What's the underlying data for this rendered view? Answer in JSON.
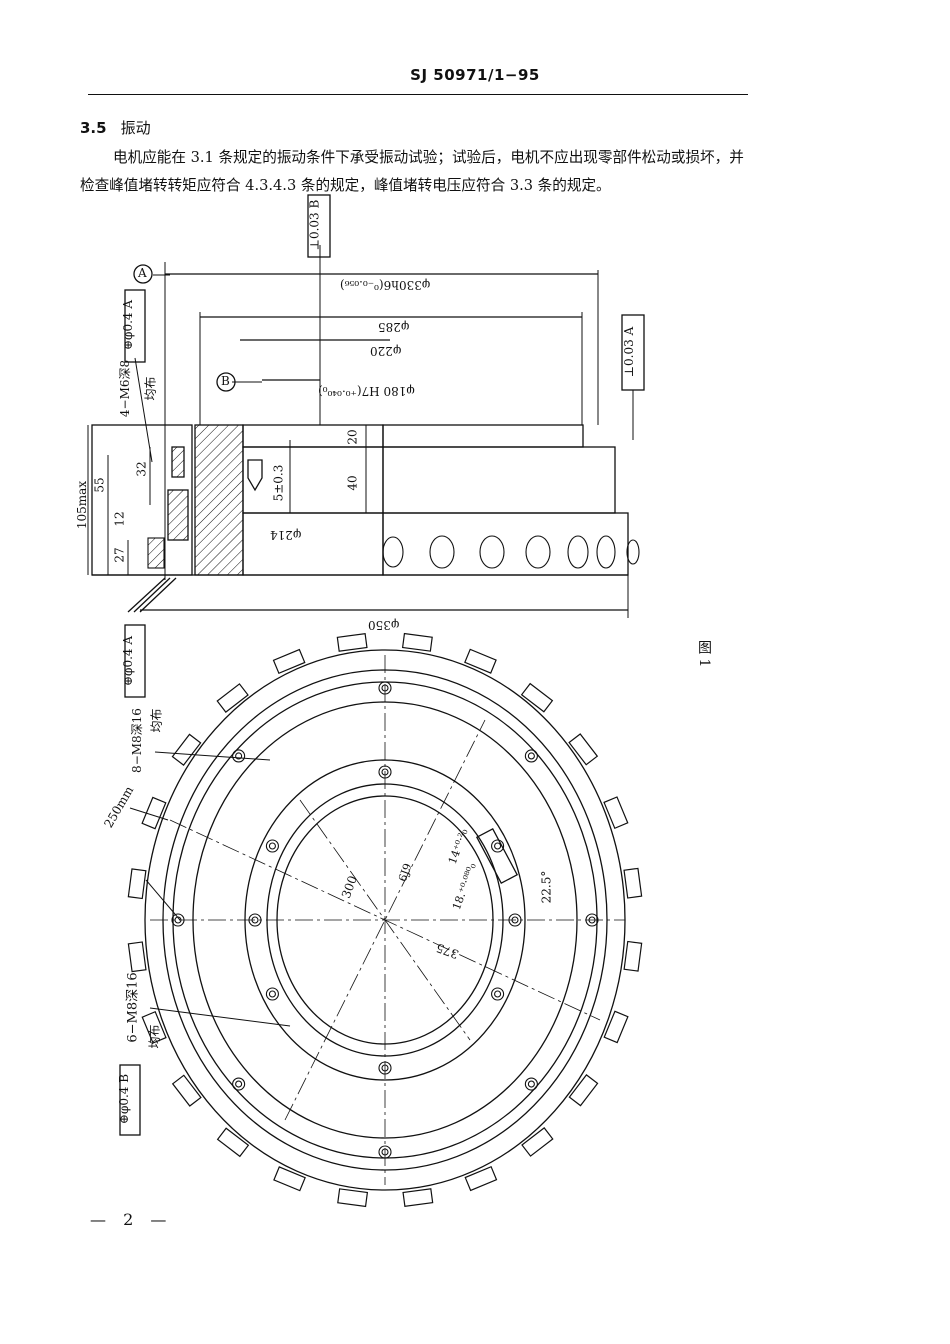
{
  "header": {
    "doc_number": "SJ 50971/1−95"
  },
  "section": {
    "number": "3.5",
    "title": "振动",
    "body": "电机应能在 3.1 条规定的振动条件下承受振动试验；试验后，电机不应出现零部件松动或损坏，并检查峰值堵转转矩应符合 4.3.4.3 条的规定，峰值堵转电压应符合 3.3 条的规定。"
  },
  "figure": {
    "caption": "图 1",
    "datum_a": "A",
    "datum_b": "B",
    "tol_perp_top": "⊥0.03 B",
    "tol_perp_right": "⊥0.03 A",
    "tol_pos_a": "⊕φ0.4 A",
    "tol_pos_b": "⊕φ0.4 B",
    "hole_spec_side": "4−M6深8",
    "hole_spec_top": "8−M8深16",
    "hole_spec_bottom": "6−M8深16",
    "distributed": "均布",
    "dim_330": "φ330h6(⁰₋₀.₀₅₆)",
    "dim_285": "φ285",
    "dim_220": "φ220",
    "dim_180": "φ180 H7(⁺⁰·⁰⁴⁰₀)",
    "dim_214": "φ214",
    "dim_350": "φ350",
    "dim_20": "20",
    "dim_40": "40",
    "dim_5": "5±0.3",
    "dim_105": "105max",
    "dim_55": "55",
    "dim_32": "32",
    "dim_27": "27",
    "dim_12": "12",
    "dim_300": "300",
    "dim_375": "375",
    "dim_225": "22.5°",
    "dim_18": "18.⁺⁰·⁰⁸⁰₀",
    "dim_14": "14⁺⁰·²₀",
    "dim_6": "6J9",
    "wire_length": "250mm"
  },
  "footer": {
    "page_number": "— 2 —"
  }
}
